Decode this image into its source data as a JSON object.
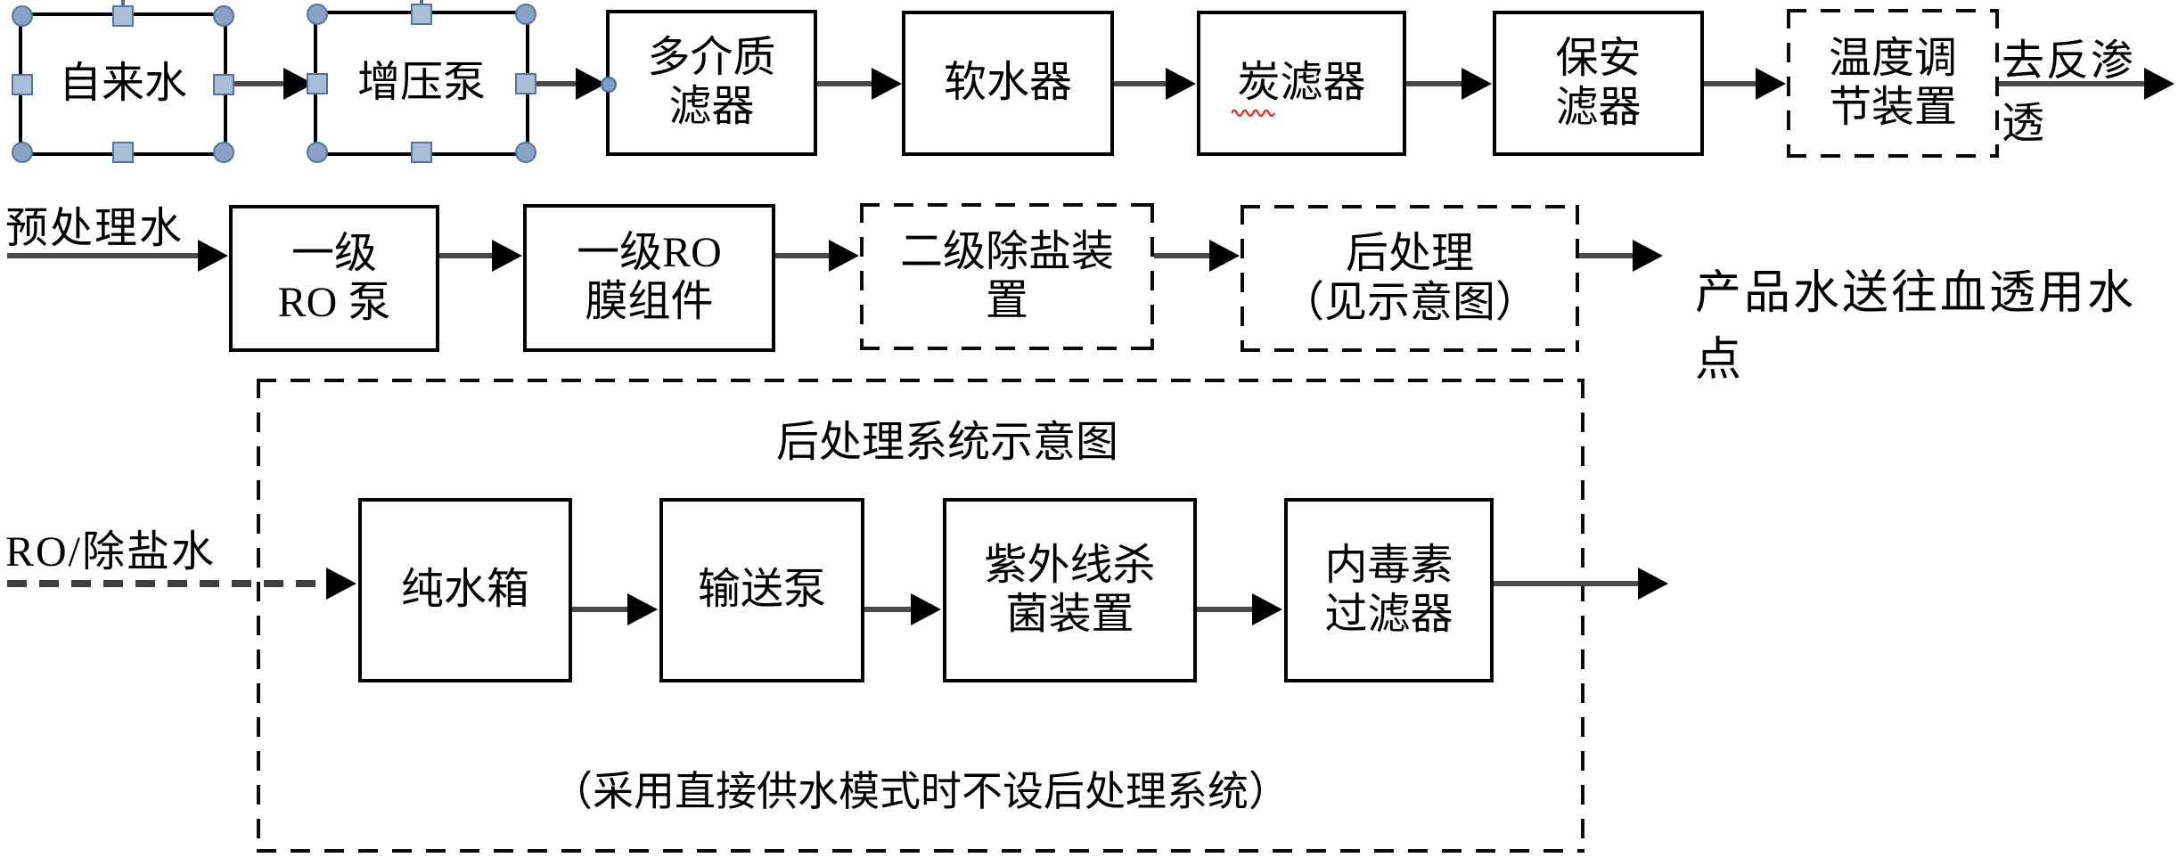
{
  "colors": {
    "background": "#ffffff",
    "box_border": "#000000",
    "arrow_shaft": "#4a4a4a",
    "arrow_head": "#000000",
    "selection_handle_fill": "#a9bdd6",
    "selection_handle_border": "#54749e",
    "spellcheck_underline": "#e03030"
  },
  "pretreatment_flow": {
    "nodes": [
      {
        "label": "自来水",
        "border": "solid",
        "selected": true
      },
      {
        "label": "增压泵",
        "border": "solid",
        "selected": true
      },
      {
        "label": "多介质\n滤器",
        "border": "solid"
      },
      {
        "label": "软水器",
        "border": "solid"
      },
      {
        "label": "炭滤器",
        "border": "solid",
        "spellcheck_underline": true
      },
      {
        "label": "保安\n滤器",
        "border": "solid"
      },
      {
        "label": "温度调\n节装置",
        "border": "dashed"
      }
    ],
    "output_label": "去反渗透"
  },
  "ro_flow": {
    "input_label": "预处理水",
    "nodes": [
      {
        "label": "一级\nRO 泵",
        "border": "solid"
      },
      {
        "label": "一级RO\n膜组件",
        "border": "solid"
      },
      {
        "label": "二级除盐装\n置",
        "border": "dashed"
      },
      {
        "label": "后处理\n（见示意图）",
        "border": "dashed"
      }
    ],
    "output_label": "产品水送往血透用水点"
  },
  "post_treatment": {
    "title": "后处理系统示意图",
    "input_label": "RO/除盐水",
    "nodes": [
      {
        "label": "纯水箱"
      },
      {
        "label": "输送泵"
      },
      {
        "label": "紫外线杀\n菌装置"
      },
      {
        "label": "内毒素\n过滤器"
      }
    ],
    "note": "（采用直接供水模式时不设后处理系统）"
  }
}
